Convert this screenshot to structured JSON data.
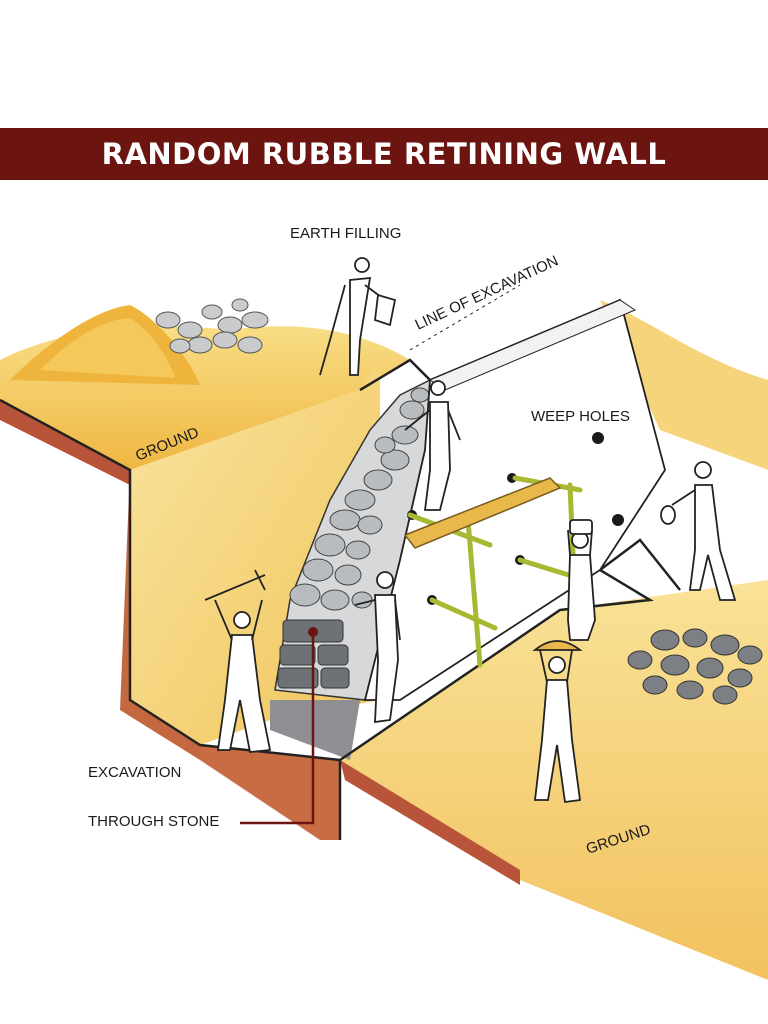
{
  "title": "RANDOM RUBBLE RETINING WALL",
  "labels": {
    "earth_filling": "EARTH FILLING",
    "line_of_excavation": "LINE OF EXCAVATION",
    "weep_holes": "WEEP HOLES",
    "ground_left": "GROUND",
    "ground_right": "GROUND",
    "excavation": "EXCAVATION",
    "through_stone": "THROUGH STONE"
  },
  "colors": {
    "banner": "#6b1410",
    "earth_light": "#f6d77a",
    "earth_mid": "#eeb53c",
    "earth_dark": "#b8543a",
    "stone": "#b9bcbf",
    "stone_dark": "#6e7175",
    "bamboo": "#b6c43a"
  }
}
